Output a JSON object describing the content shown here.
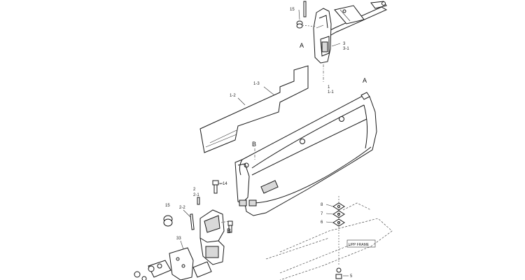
{
  "labels": {
    "l15_top": "15",
    "l3": "3",
    "l3_1": "3-1",
    "A_top": "A",
    "A_right": "A",
    "l1_3": "1-3",
    "l1_2": "1-2",
    "l1": "1",
    "l1_1": "1-1",
    "B_mid": "B",
    "B_low": "B",
    "l14": "14",
    "l2": "2",
    "l2_1": "2-1",
    "l15": "15",
    "l2_2": "2-2",
    "l33": "33",
    "l8": "8",
    "l7": "7",
    "l6": "6",
    "l5": "5",
    "upper_frame": "UPP FRAME"
  }
}
